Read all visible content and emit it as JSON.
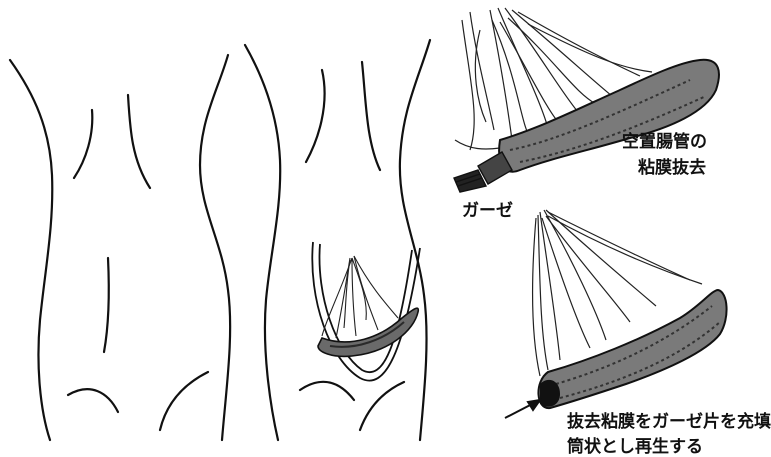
{
  "labels": {
    "mucosa_removal_line1": "空置腸管の",
    "mucosa_removal_line2": "粘膜抜去",
    "gauze": "ガーゼ",
    "regeneration_line1": "抜去粘膜をガーゼ片を充填した",
    "regeneration_line2": "筒状とし再生する"
  },
  "icons": [
    "torso-outline",
    "torso-with-loop",
    "mesentery-fan",
    "bowel-segment",
    "gauze-pack",
    "arrow"
  ],
  "colors": {
    "ink": "#111111",
    "shade": "#555555",
    "paper": "#ffffff"
  }
}
